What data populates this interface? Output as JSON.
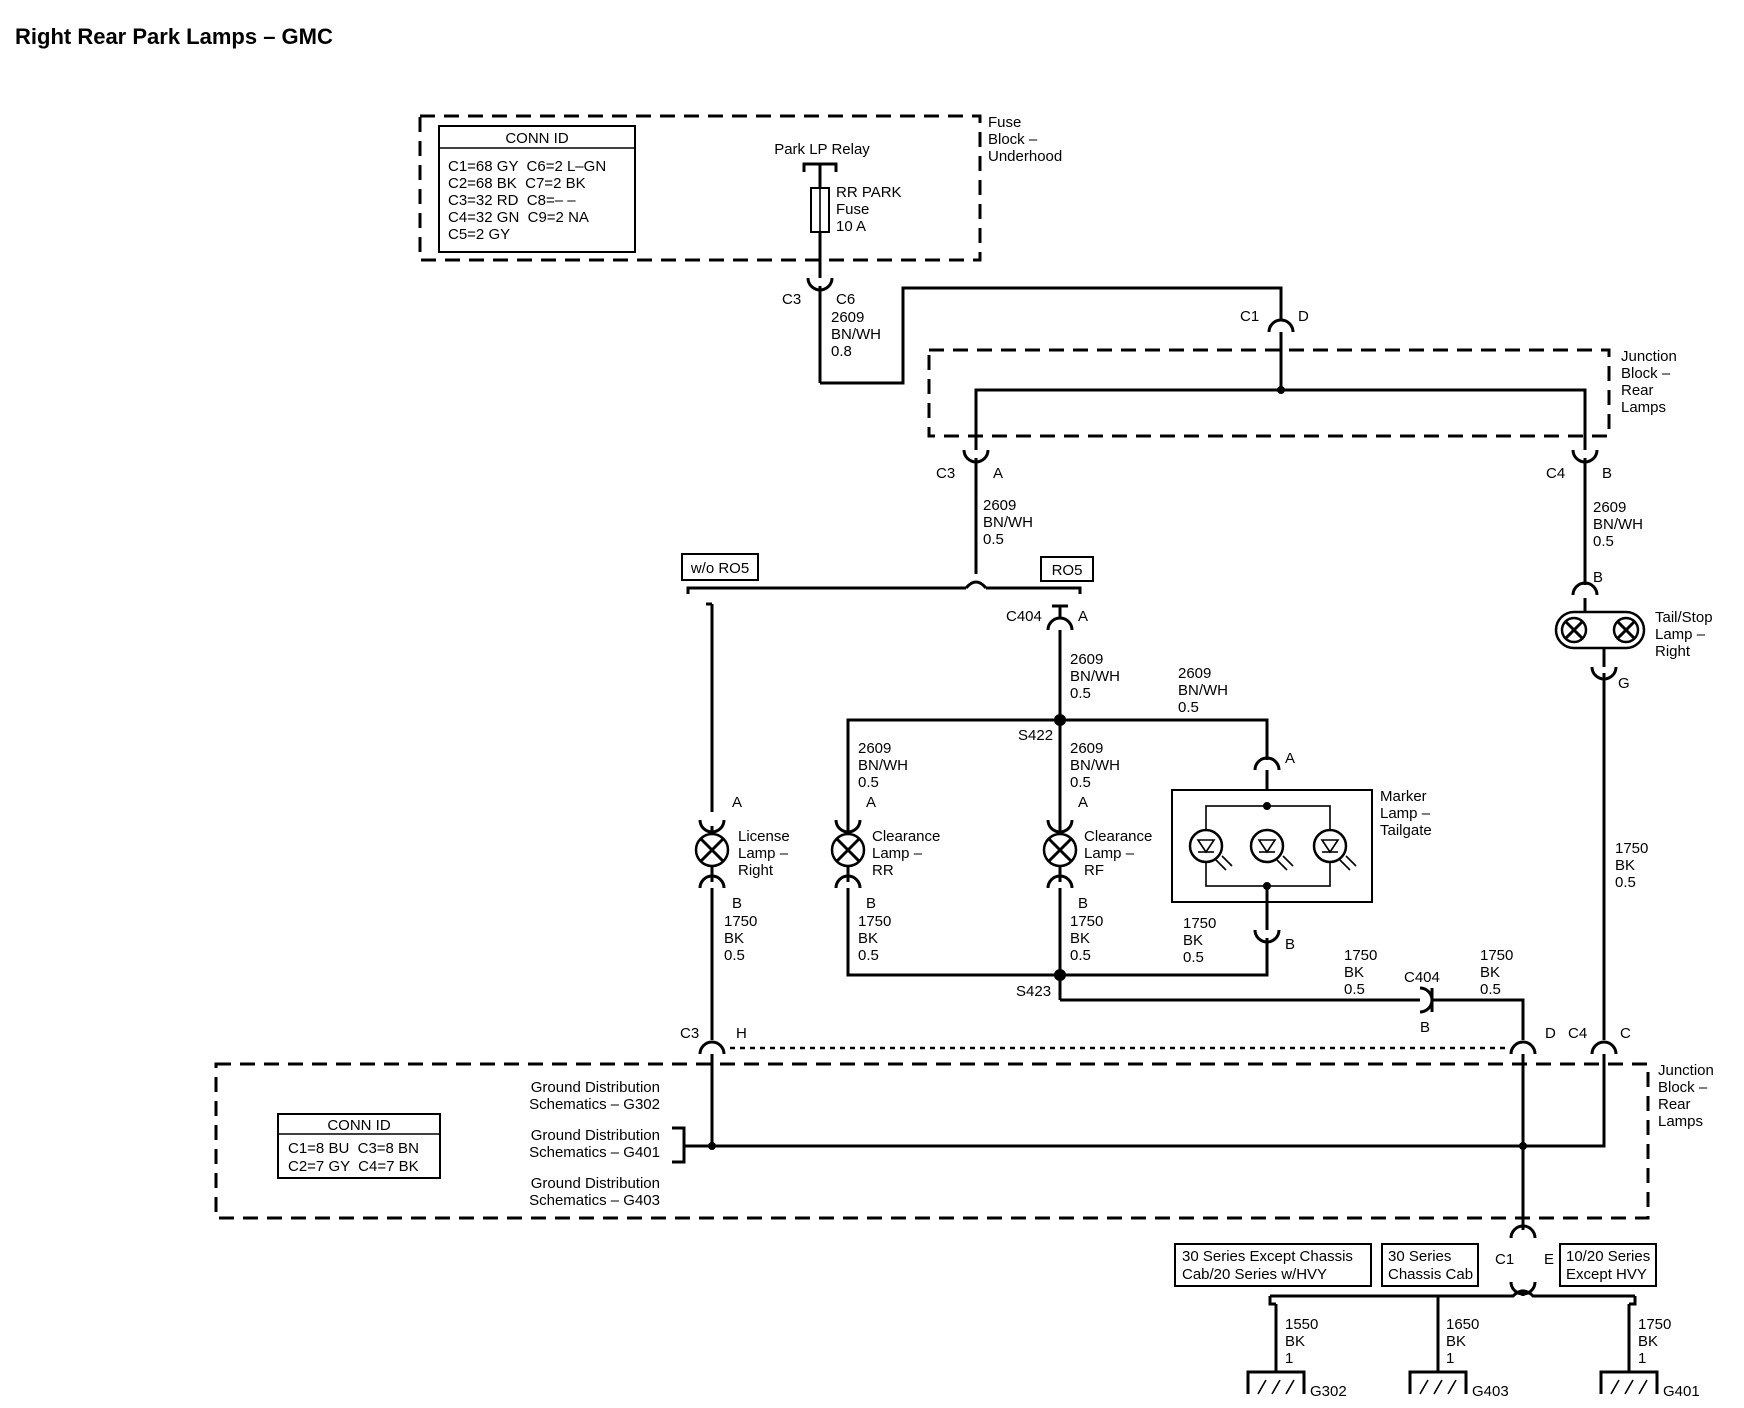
{
  "title": "Right Rear Park Lamps – GMC",
  "fuse_block": {
    "label": [
      "Fuse",
      "Block –",
      "Underhood"
    ],
    "conn_id_header": "CONN ID",
    "conn_id_rows": [
      "C1=68 GY  C6=2 L–GN",
      "C2=68 BK  C7=2 BK",
      "C3=32 RD  C8=– –",
      "C4=32 GN  C9=2 NA",
      "C5=2 GY"
    ],
    "relay_label": "Park LP Relay",
    "fuse_label": [
      "RR PARK",
      "Fuse",
      "10 A"
    ],
    "connector": "C3",
    "pin": "C6"
  },
  "junction_block_top": {
    "label": [
      "Junction",
      "Block –",
      "Rear",
      "Lamps"
    ],
    "c1_connector": "C1",
    "c1_pin": "D",
    "c3_connector": "C3",
    "c3_pin": "A",
    "c4_connector": "C4",
    "c4_pin": "B"
  },
  "circuits": {
    "feed_wire": [
      "2609",
      "BN/WH",
      "0.8"
    ],
    "park_wire": [
      "2609",
      "BN/WH",
      "0.5"
    ],
    "ground_wire": [
      "1750",
      "BK",
      "0.5"
    ]
  },
  "option_labels": {
    "without": "w/o RO5",
    "with": "RO5"
  },
  "c404_top": {
    "connector": "C404",
    "pin": "A"
  },
  "splices": {
    "upper": "S422",
    "lower": "S423"
  },
  "lamps": {
    "license": {
      "name": [
        "License",
        "Lamp –",
        "Right"
      ],
      "pin_a": "A",
      "pin_b": "B"
    },
    "clearance_rr": {
      "name": [
        "Clearance",
        "Lamp –",
        "RR"
      ],
      "pin_a": "A",
      "pin_b": "B"
    },
    "clearance_rf": {
      "name": [
        "Clearance",
        "Lamp –",
        "RF"
      ],
      "pin_a": "A",
      "pin_b": "B"
    },
    "marker": {
      "name": [
        "Marker",
        "Lamp –",
        "Tailgate"
      ],
      "pin_a": "A",
      "pin_b": "B"
    },
    "tail_stop": {
      "name": [
        "Tail/Stop",
        "Lamp –",
        "Right"
      ],
      "pin_b": "B",
      "pin_g": "G"
    }
  },
  "c404_bottom": {
    "connector": "C404",
    "pin": "B"
  },
  "junction_block_bottom": {
    "label": [
      "Junction",
      "Block –",
      "Rear",
      "Lamps"
    ],
    "conn_id_header": "CONN ID",
    "conn_id_rows": [
      "C1=8 BU  C3=8 BN",
      "C2=7 GY  C4=7 BK"
    ],
    "ground_refs": [
      [
        "Ground Distribution",
        "Schematics – G302"
      ],
      [
        "Ground Distribution",
        "Schematics – G401"
      ],
      [
        "Ground Distribution",
        "Schematics – G403"
      ]
    ],
    "c3_connector": "C3",
    "c3_pin": "H",
    "d_pin": "D",
    "c4_connector": "C4",
    "c4_pin": "C",
    "c1_connector": "C1",
    "c1_pin": "E"
  },
  "ground_options": [
    [
      "30 Series Except Chassis",
      "Cab/20 Series w/HVY"
    ],
    [
      "30 Series",
      "Chassis Cab"
    ],
    [
      "10/20 Series",
      "Except HVY"
    ]
  ],
  "grounds": [
    {
      "wire": [
        "1550",
        "BK",
        "1"
      ],
      "name": "G302"
    },
    {
      "wire": [
        "1650",
        "BK",
        "1"
      ],
      "name": "G403"
    },
    {
      "wire": [
        "1750",
        "BK",
        "1"
      ],
      "name": "G401"
    }
  ]
}
